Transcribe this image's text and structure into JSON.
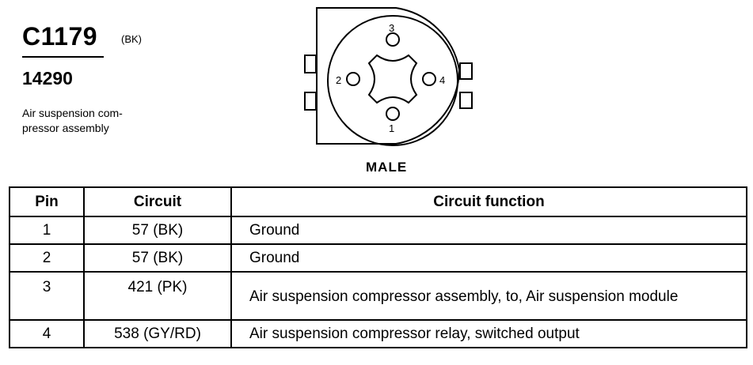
{
  "connector": {
    "id": "C1179",
    "color_code": "(BK)",
    "part_number": "14290",
    "description": "Air suspension com-\npressor assembly",
    "gender": "MALE",
    "pin_labels": [
      "1",
      "2",
      "3",
      "4"
    ]
  },
  "table": {
    "headers": [
      "Pin",
      "Circuit",
      "Circuit function"
    ],
    "rows": [
      {
        "pin": "1",
        "circuit": "57 (BK)",
        "function": "Ground"
      },
      {
        "pin": "2",
        "circuit": "57 (BK)",
        "function": "Ground"
      },
      {
        "pin": "3",
        "circuit": "421 (PK)",
        "function": "Air suspension compressor assembly, to, Air suspension module"
      },
      {
        "pin": "4",
        "circuit": "538 (GY/RD)",
        "function": "Air suspension compressor relay, switched output"
      }
    ]
  }
}
